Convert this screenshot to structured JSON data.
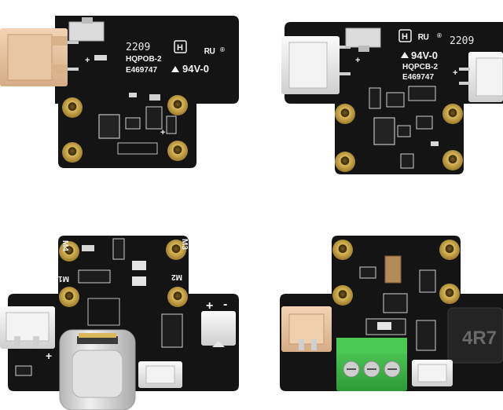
{
  "boards": [
    {
      "id": "top-left",
      "date_code": "2209",
      "model": "HQPOB-2",
      "ul_file": "E469747",
      "flame_rating": "94V-0",
      "ul_mark": "ᴿᵁ"
    },
    {
      "id": "top-right",
      "date_code": "2209",
      "model": "HQPCB-2",
      "ul_file": "E469747",
      "flame_rating": "94V-0",
      "ul_mark": "ᴿᵁ"
    },
    {
      "id": "bottom-left",
      "labels": {
        "m1": "M1",
        "m2": "M2",
        "m3": "M3",
        "m4": "M4",
        "plus": "+",
        "minus": "-"
      }
    },
    {
      "id": "bottom-right",
      "inductor_code": "4R7"
    }
  ],
  "colors": {
    "board": "#121212",
    "gold_pad": "#c8a44a",
    "white_connector": "#ececec",
    "beige_connector": "#e6c2a0",
    "green_terminal": "#3fbf4a",
    "usb_metal": "#c9c9c9"
  }
}
